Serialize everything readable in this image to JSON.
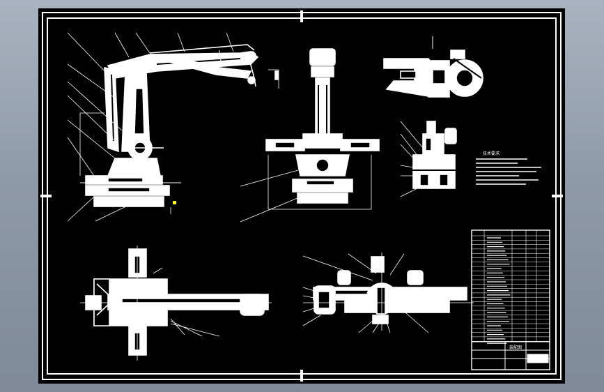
{
  "drawing": {
    "colors": {
      "paper": "#000000",
      "ink": "#ffffff",
      "accent": "#ffff00",
      "background_top": "#a9b3c0",
      "background_bottom": "#7f8a99"
    },
    "views": [
      "front-view-robot-arm",
      "side-view-robot-arm",
      "top-view-base",
      "plan-view-arm",
      "gripper-detail",
      "wrist-detail"
    ],
    "notes_title": "技术要求",
    "title_block_label": "装配图"
  }
}
